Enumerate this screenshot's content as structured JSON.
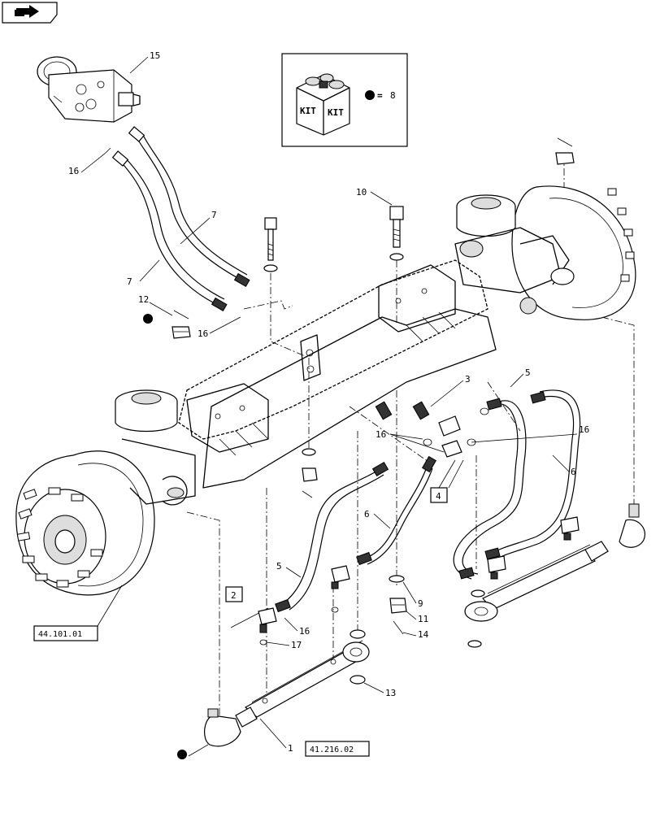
{
  "nav": {
    "icon": "arrow-right-icon"
  },
  "kit": {
    "word1": "KIT",
    "word2": "KIT",
    "equals": "=",
    "ref": "8"
  },
  "refs": {
    "ref_44": "44.101.01",
    "ref_41": "41.216.02"
  },
  "callouts": {
    "c1": "1",
    "c2": "2",
    "c3": "3",
    "c4": "4",
    "c5a": "5",
    "c5b": "5",
    "c6a": "6",
    "c6b": "6",
    "c7a": "7",
    "c7b": "7",
    "c9": "9",
    "c10": "10",
    "c11": "11",
    "c12": "12",
    "c13": "13",
    "c14": "14",
    "c15": "15",
    "c16a": "16",
    "c16b": "16",
    "c16c": "16",
    "c16d": "16",
    "c16e": "16",
    "c17": "17"
  }
}
